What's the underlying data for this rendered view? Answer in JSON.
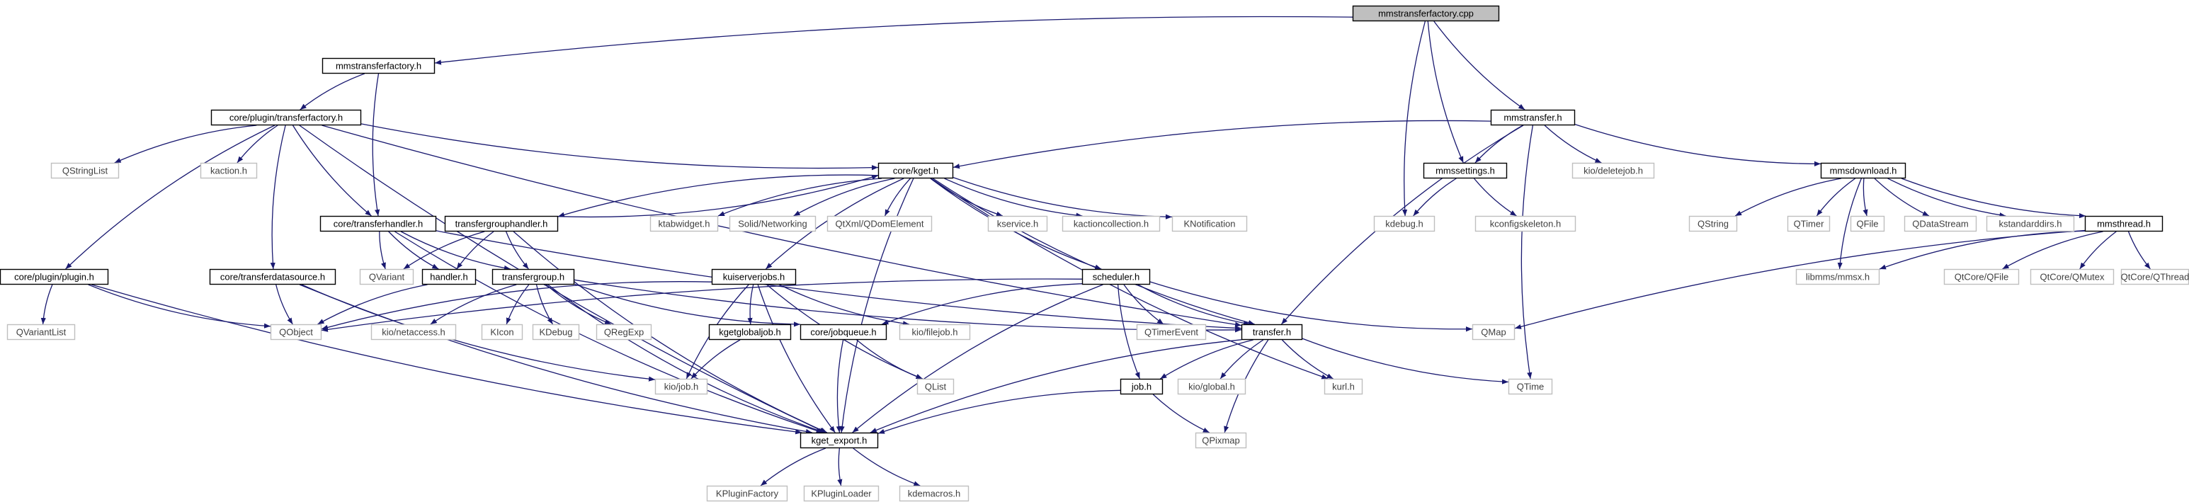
{
  "graph_title": "mmstransferfactory.cpp",
  "colors": {
    "edge": "#191970",
    "root_fill": "#bfbfbf",
    "documented_border": "#000000",
    "external_border": "#bfbfbf",
    "external_text": "#404040",
    "text": "#000000"
  },
  "nodes": [
    {
      "id": "root",
      "label": "mmstransferfactory.cpp",
      "kind": "root"
    },
    {
      "id": "mmstransferfactory_h",
      "label": "mmstransferfactory.h",
      "kind": "doc"
    },
    {
      "id": "mmstransfer_h",
      "label": "mmstransfer.h",
      "kind": "doc"
    },
    {
      "id": "kdebug_h",
      "label": "kdebug.h",
      "kind": "ext"
    },
    {
      "id": "mmssettings_h",
      "label": "mmssettings.h",
      "kind": "doc"
    },
    {
      "id": "kconfigskeleton_h",
      "label": "kconfigskeleton.h",
      "kind": "ext"
    },
    {
      "id": "core_plugin_transferfactory_h",
      "label": "core/plugin/transferfactory.h",
      "kind": "doc"
    },
    {
      "id": "core_transferhandler_h",
      "label": "core/transferhandler.h",
      "kind": "doc"
    },
    {
      "id": "core_kget_h",
      "label": "core/kget.h",
      "kind": "doc"
    },
    {
      "id": "qstringlist",
      "label": "QStringList",
      "kind": "ext"
    },
    {
      "id": "kaction_h",
      "label": "kaction.h",
      "kind": "ext"
    },
    {
      "id": "core_plugin_plugin_h",
      "label": "core/plugin/plugin.h",
      "kind": "doc"
    },
    {
      "id": "qvariantlist",
      "label": "QVariantList",
      "kind": "ext"
    },
    {
      "id": "core_transferdatasource_h",
      "label": "core/transferdatasource.h",
      "kind": "doc"
    },
    {
      "id": "qvariant",
      "label": "QVariant",
      "kind": "ext"
    },
    {
      "id": "handler_h",
      "label": "handler.h",
      "kind": "doc"
    },
    {
      "id": "transfergrouphandler_h",
      "label": "transfergrouphandler.h",
      "kind": "doc"
    },
    {
      "id": "transfergroup_h",
      "label": "transfergroup.h",
      "kind": "doc"
    },
    {
      "id": "qobject",
      "label": "QObject",
      "kind": "ext"
    },
    {
      "id": "kio_netaccess_h",
      "label": "kio/netaccess.h",
      "kind": "ext"
    },
    {
      "id": "kicon",
      "label": "KIcon",
      "kind": "ext"
    },
    {
      "id": "kdebug",
      "label": "KDebug",
      "kind": "ext"
    },
    {
      "id": "qregexp",
      "label": "QRegExp",
      "kind": "ext"
    },
    {
      "id": "kuiserverjobs_h",
      "label": "kuiserverjobs.h",
      "kind": "doc"
    },
    {
      "id": "kgetglobaljob_h",
      "label": "kgetglobaljob.h",
      "kind": "doc"
    },
    {
      "id": "kio_job_h",
      "label": "kio/job.h",
      "kind": "ext"
    },
    {
      "id": "core_jobqueue_h",
      "label": "core/jobqueue.h",
      "kind": "doc"
    },
    {
      "id": "kio_filejob_h",
      "label": "kio/filejob.h",
      "kind": "ext"
    },
    {
      "id": "qlist",
      "label": "QList",
      "kind": "ext"
    },
    {
      "id": "ktabwidget_h",
      "label": "ktabwidget.h",
      "kind": "ext"
    },
    {
      "id": "solid_networking",
      "label": "Solid/Networking",
      "kind": "ext"
    },
    {
      "id": "qtxml_qdomelement",
      "label": "QtXml/QDomElement",
      "kind": "ext"
    },
    {
      "id": "kservice_h",
      "label": "kservice.h",
      "kind": "ext"
    },
    {
      "id": "kactioncollection_h",
      "label": "kactioncollection.h",
      "kind": "ext"
    },
    {
      "id": "knotification",
      "label": "KNotification",
      "kind": "ext"
    },
    {
      "id": "scheduler_h",
      "label": "scheduler.h",
      "kind": "doc"
    },
    {
      "id": "qtimerevent",
      "label": "QTimerEvent",
      "kind": "ext"
    },
    {
      "id": "transfer_h",
      "label": "transfer.h",
      "kind": "doc"
    },
    {
      "id": "job_h",
      "label": "job.h",
      "kind": "doc"
    },
    {
      "id": "kio_global_h",
      "label": "kio/global.h",
      "kind": "ext"
    },
    {
      "id": "kurl_h",
      "label": "kurl.h",
      "kind": "ext"
    },
    {
      "id": "qpixmap",
      "label": "QPixmap",
      "kind": "ext"
    },
    {
      "id": "qmap",
      "label": "QMap",
      "kind": "ext"
    },
    {
      "id": "qtime",
      "label": "QTime",
      "kind": "ext"
    },
    {
      "id": "kget_export_h",
      "label": "kget_export.h",
      "kind": "doc"
    },
    {
      "id": "kpluginfactory",
      "label": "KPluginFactory",
      "kind": "ext"
    },
    {
      "id": "kpluginloader",
      "label": "KPluginLoader",
      "kind": "ext"
    },
    {
      "id": "kdemacros_h",
      "label": "kdemacros.h",
      "kind": "ext"
    },
    {
      "id": "kio_deletejob_h",
      "label": "kio/deletejob.h",
      "kind": "ext"
    },
    {
      "id": "mmsdownload_h",
      "label": "mmsdownload.h",
      "kind": "doc"
    },
    {
      "id": "qstring",
      "label": "QString",
      "kind": "ext"
    },
    {
      "id": "qtimer",
      "label": "QTimer",
      "kind": "ext"
    },
    {
      "id": "qfile",
      "label": "QFile",
      "kind": "ext"
    },
    {
      "id": "qdatastream",
      "label": "QDataStream",
      "kind": "ext"
    },
    {
      "id": "kstandarddirs_h",
      "label": "kstandarddirs.h",
      "kind": "ext"
    },
    {
      "id": "mmsthread_h",
      "label": "mmsthread.h",
      "kind": "doc"
    },
    {
      "id": "libmms_mmsx_h",
      "label": "libmms/mmsx.h",
      "kind": "ext"
    },
    {
      "id": "qtcore_qfile",
      "label": "QtCore/QFile",
      "kind": "ext"
    },
    {
      "id": "qtcore_qmutex",
      "label": "QtCore/QMutex",
      "kind": "ext"
    },
    {
      "id": "qtcore_qthread",
      "label": "QtCore/QThread",
      "kind": "ext"
    }
  ],
  "edges": [
    [
      "root",
      "mmstransferfactory_h"
    ],
    [
      "root",
      "mmstransfer_h"
    ],
    [
      "root",
      "kdebug_h"
    ],
    [
      "root",
      "mmssettings_h"
    ],
    [
      "mmstransferfactory_h",
      "core_plugin_transferfactory_h"
    ],
    [
      "mmstransferfactory_h",
      "core_transferhandler_h"
    ],
    [
      "core_plugin_transferfactory_h",
      "qstringlist"
    ],
    [
      "core_plugin_transferfactory_h",
      "kaction_h"
    ],
    [
      "core_plugin_transferfactory_h",
      "core_plugin_plugin_h"
    ],
    [
      "core_plugin_transferfactory_h",
      "core_transferdatasource_h"
    ],
    [
      "core_plugin_transferfactory_h",
      "core_transferhandler_h"
    ],
    [
      "core_plugin_transferfactory_h",
      "core_kget_h"
    ],
    [
      "core_plugin_transferfactory_h",
      "kget_export_h"
    ],
    [
      "core_plugin_transferfactory_h",
      "transfer_h"
    ],
    [
      "core_plugin_plugin_h",
      "qvariantlist"
    ],
    [
      "core_plugin_plugin_h",
      "qobject"
    ],
    [
      "core_plugin_plugin_h",
      "kget_export_h"
    ],
    [
      "core_transferdatasource_h",
      "qobject"
    ],
    [
      "core_transferdatasource_h",
      "kio_job_h"
    ],
    [
      "core_transferdatasource_h",
      "kget_export_h"
    ],
    [
      "core_transferhandler_h",
      "qvariant"
    ],
    [
      "core_transferhandler_h",
      "handler_h"
    ],
    [
      "core_transferhandler_h",
      "transfergroup_h"
    ],
    [
      "core_transferhandler_h",
      "transfer_h"
    ],
    [
      "core_transferhandler_h",
      "kget_export_h"
    ],
    [
      "handler_h",
      "qobject"
    ],
    [
      "transfergrouphandler_h",
      "qvariant"
    ],
    [
      "transfergrouphandler_h",
      "handler_h"
    ],
    [
      "transfergrouphandler_h",
      "transfergroup_h"
    ],
    [
      "transfergrouphandler_h",
      "core_kget_h"
    ],
    [
      "transfergrouphandler_h",
      "kget_export_h"
    ],
    [
      "transfergroup_h",
      "kio_netaccess_h"
    ],
    [
      "transfergroup_h",
      "kicon"
    ],
    [
      "transfergroup_h",
      "kdebug"
    ],
    [
      "transfergroup_h",
      "qregexp"
    ],
    [
      "transfergroup_h",
      "core_jobqueue_h"
    ],
    [
      "transfergroup_h",
      "transfer_h"
    ],
    [
      "transfergroup_h",
      "kget_export_h"
    ],
    [
      "core_kget_h",
      "kurl_h"
    ],
    [
      "core_kget_h",
      "ktabwidget_h"
    ],
    [
      "core_kget_h",
      "solid_networking"
    ],
    [
      "core_kget_h",
      "qtxml_qdomelement"
    ],
    [
      "core_kget_h",
      "kservice_h"
    ],
    [
      "core_kget_h",
      "kactioncollection_h"
    ],
    [
      "core_kget_h",
      "knotification"
    ],
    [
      "core_kget_h",
      "scheduler_h"
    ],
    [
      "core_kget_h",
      "kuiserverjobs_h"
    ],
    [
      "core_kget_h",
      "transfergrouphandler_h"
    ],
    [
      "core_kget_h",
      "transfer_h"
    ],
    [
      "core_kget_h",
      "kget_export_h"
    ],
    [
      "kuiserverjobs_h",
      "kgetglobaljob_h"
    ],
    [
      "kuiserverjobs_h",
      "kio_filejob_h"
    ],
    [
      "kuiserverjobs_h",
      "kio_job_h"
    ],
    [
      "kuiserverjobs_h",
      "qobject"
    ],
    [
      "kuiserverjobs_h",
      "qlist"
    ],
    [
      "kuiserverjobs_h",
      "kget_export_h"
    ],
    [
      "kgetglobaljob_h",
      "kio_job_h"
    ],
    [
      "scheduler_h",
      "qobject"
    ],
    [
      "scheduler_h",
      "qmap"
    ],
    [
      "scheduler_h",
      "qtimerevent"
    ],
    [
      "scheduler_h",
      "core_jobqueue_h"
    ],
    [
      "scheduler_h",
      "job_h"
    ],
    [
      "scheduler_h",
      "kget_export_h"
    ],
    [
      "scheduler_h",
      "transfer_h"
    ],
    [
      "core_jobqueue_h",
      "qlist"
    ],
    [
      "core_jobqueue_h",
      "kget_export_h"
    ],
    [
      "transfer_h",
      "job_h"
    ],
    [
      "transfer_h",
      "kio_global_h"
    ],
    [
      "transfer_h",
      "kurl_h"
    ],
    [
      "transfer_h",
      "qpixmap"
    ],
    [
      "transfer_h",
      "qtime"
    ],
    [
      "transfer_h",
      "kget_export_h"
    ],
    [
      "job_h",
      "qpixmap"
    ],
    [
      "job_h",
      "kget_export_h"
    ],
    [
      "kget_export_h",
      "kpluginfactory"
    ],
    [
      "kget_export_h",
      "kpluginloader"
    ],
    [
      "kget_export_h",
      "kdemacros_h"
    ],
    [
      "mmstransfer_h",
      "core_kget_h"
    ],
    [
      "mmstransfer_h",
      "mmssettings_h"
    ],
    [
      "mmstransfer_h",
      "kio_deletejob_h"
    ],
    [
      "mmstransfer_h",
      "mmsdownload_h"
    ],
    [
      "mmstransfer_h",
      "transfer_h"
    ],
    [
      "mmstransfer_h",
      "qtime"
    ],
    [
      "mmssettings_h",
      "kdebug_h"
    ],
    [
      "mmssettings_h",
      "kconfigskeleton_h"
    ],
    [
      "mmsdownload_h",
      "qstring"
    ],
    [
      "mmsdownload_h",
      "qtimer"
    ],
    [
      "mmsdownload_h",
      "qfile"
    ],
    [
      "mmsdownload_h",
      "qdatastream"
    ],
    [
      "mmsdownload_h",
      "kstandarddirs_h"
    ],
    [
      "mmsdownload_h",
      "mmsthread_h"
    ],
    [
      "mmsdownload_h",
      "libmms_mmsx_h"
    ],
    [
      "mmsthread_h",
      "libmms_mmsx_h"
    ],
    [
      "mmsthread_h",
      "qtcore_qfile"
    ],
    [
      "mmsthread_h",
      "qtcore_qmutex"
    ],
    [
      "mmsthread_h",
      "qtcore_qthread"
    ],
    [
      "mmsthread_h",
      "qmap"
    ]
  ]
}
